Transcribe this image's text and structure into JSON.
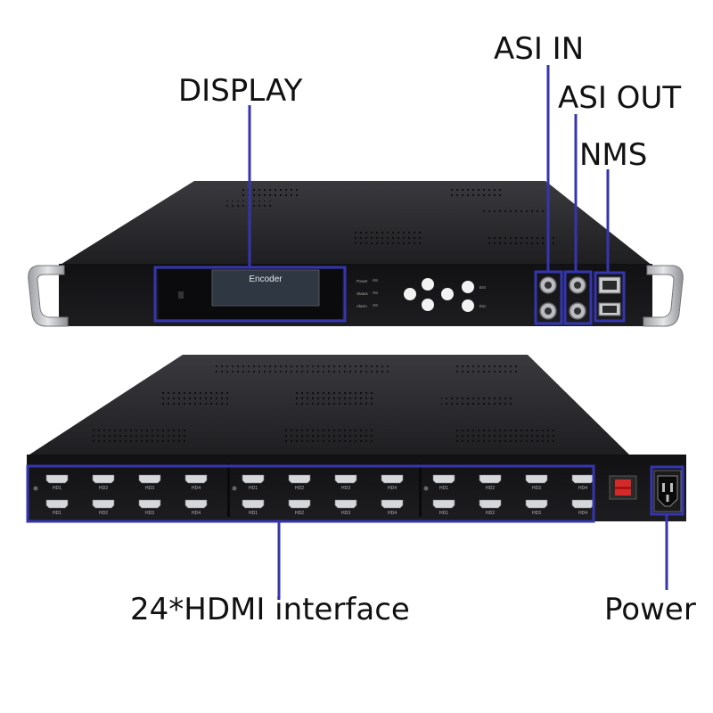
{
  "labels": {
    "display": "DISPLAY",
    "asi_in": "ASI IN",
    "asi_out": "ASI OUT",
    "nms": "NMS",
    "hdmi_interface": "24*HDMI interface",
    "power": "Power"
  },
  "front_panel": {
    "lcd_text": "Encoder",
    "leds": [
      "Power",
      "Status",
      "Alarm"
    ],
    "buttons": [
      "Ent",
      "Esc"
    ]
  },
  "rear_panel": {
    "hdmi_groups": [
      {
        "top": [
          "HD1",
          "HD2",
          "HD3",
          "HD4"
        ],
        "bottom": [
          "HD1",
          "HD2",
          "HD3",
          "HD4"
        ]
      },
      {
        "top": [
          "HD1",
          "HD2",
          "HD3",
          "HD4"
        ],
        "bottom": [
          "HD1",
          "HD2",
          "HD3",
          "HD4"
        ]
      },
      {
        "top": [
          "HD1",
          "HD2",
          "HD3",
          "HD4"
        ],
        "bottom": [
          "HD1",
          "HD2",
          "HD3",
          "HD4"
        ]
      }
    ]
  },
  "colors": {
    "annotation": "#3535b0",
    "chassis": "#1c1c1f",
    "chassis_top": "#2a2a2e",
    "lcd": "#2f3742"
  }
}
